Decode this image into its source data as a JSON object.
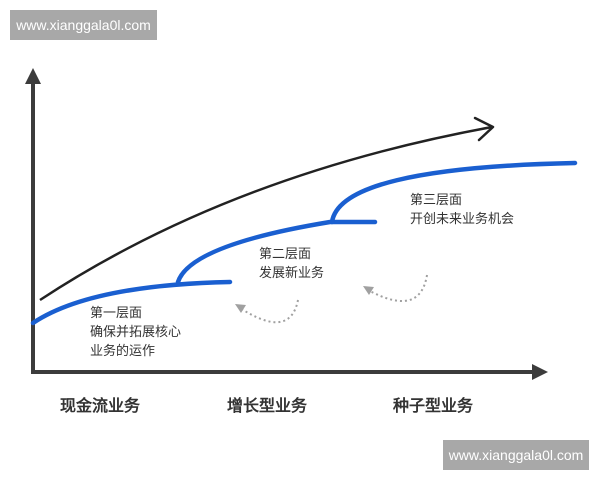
{
  "watermarks": {
    "top": "www.xianggala0l.com",
    "bottom": "www.xianggala0l.com"
  },
  "layers": [
    {
      "title": "第一层面",
      "line2": "确保并拓展核心",
      "line3": "业务的运作"
    },
    {
      "title": "第二层面",
      "line2": "发展新业务"
    },
    {
      "title": "第三层面",
      "line2": "开创未来业务机会"
    }
  ],
  "x_axis": {
    "categories": [
      "现金流业务",
      "增长型业务",
      "种子型业务"
    ]
  },
  "colors": {
    "curve": "#1a5fd0",
    "trend_arrow": "#222222",
    "axis": "#3c3c3c",
    "dotted_arrow": "#a0a0a0",
    "watermark_bg": "#a8a8a8"
  }
}
